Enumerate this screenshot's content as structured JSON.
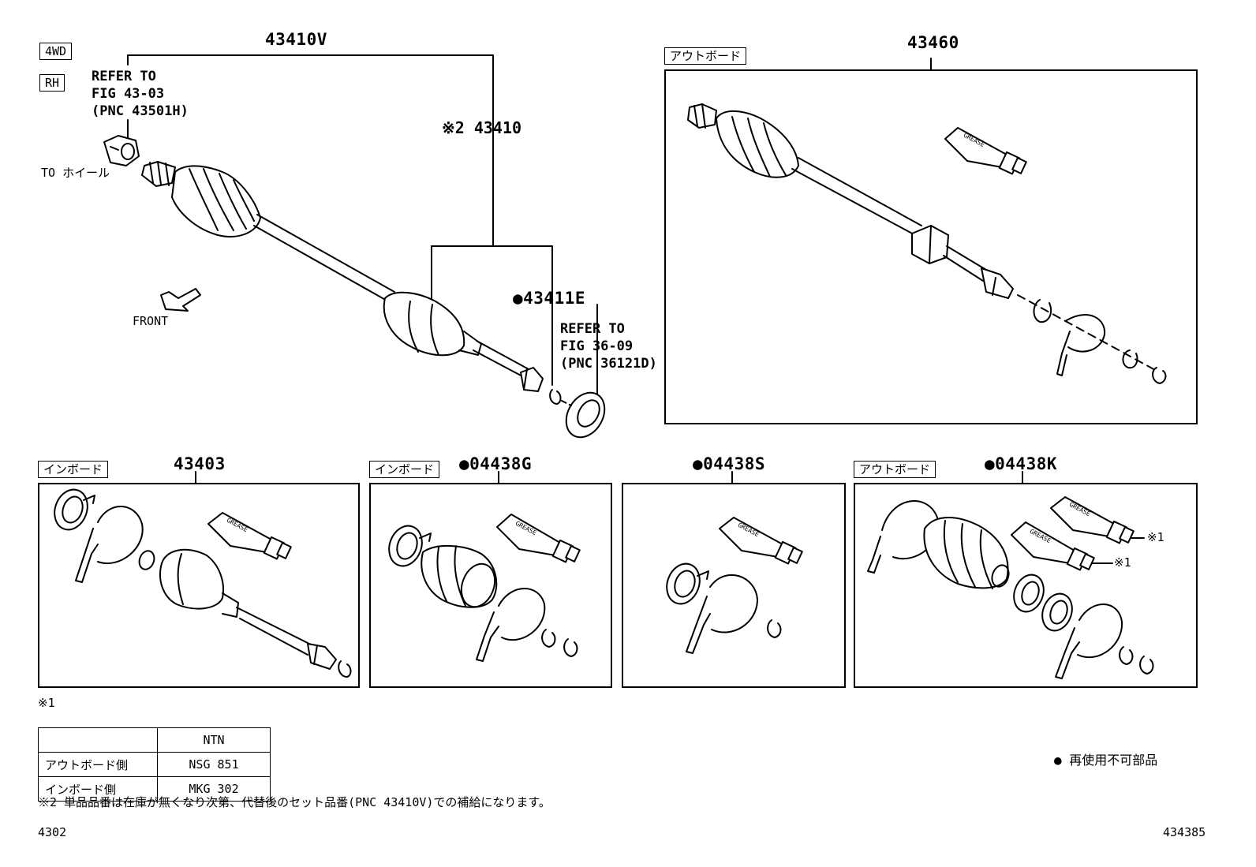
{
  "badges": {
    "wd": "4WD",
    "side": "RH"
  },
  "part_numbers": {
    "set": "43410V",
    "shaft": "※2 43410",
    "seal": "●43411E",
    "outboard_assy": "43460",
    "inboard_joint": "43403",
    "boot_kit_g": "●04438G",
    "boot_kit_s": "●04438S",
    "boot_kit_k": "●04438K"
  },
  "refs": {
    "wheel": [
      "REFER TO",
      "FIG 43-03",
      "(PNC 43501H)"
    ],
    "seal": [
      "REFER TO",
      "FIG 36-09",
      "(PNC 36121D)"
    ]
  },
  "labels": {
    "to_wheel": "TO ホイール",
    "front": "FRONT",
    "outboard": "アウトボード",
    "inboard": "インボード",
    "note_marker_1": "※1",
    "grease": "GREASE"
  },
  "ntn_table": {
    "header": "NTN",
    "rows": [
      {
        "side": "アウトボード側",
        "value": "NSG 851"
      },
      {
        "side": "インボード側",
        "value": "MKG 302"
      }
    ]
  },
  "legend": {
    "non_reusable": "● 再使用不可部品"
  },
  "footnote": "※2 単品品番は在庫が無くなり次第、代替後のセット品番(PNC 43410V)での補給になります。",
  "footer": {
    "left": "4302",
    "right": "434385"
  }
}
